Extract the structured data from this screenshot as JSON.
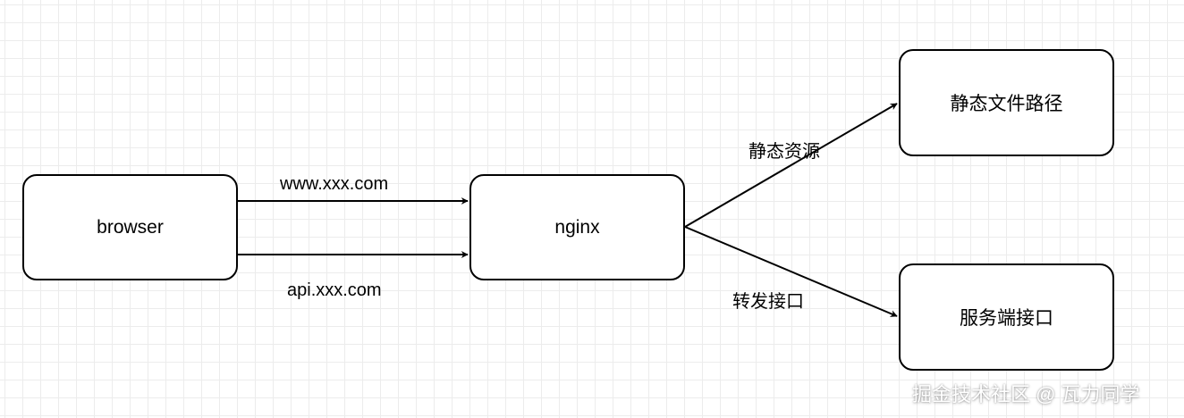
{
  "nodes": {
    "browser": "browser",
    "nginx": "nginx",
    "static_path": "静态文件路径",
    "service_api": "服务端接口"
  },
  "edges": {
    "www": "www.xxx.com",
    "api": "api.xxx.com",
    "static_resources": "静态资源",
    "forward_api": "转发接口"
  },
  "watermark": "掘金技术社区 @ 瓦力同学",
  "colors": {
    "stroke": "#000000",
    "grid": "#ececec",
    "background": "#ffffff"
  }
}
